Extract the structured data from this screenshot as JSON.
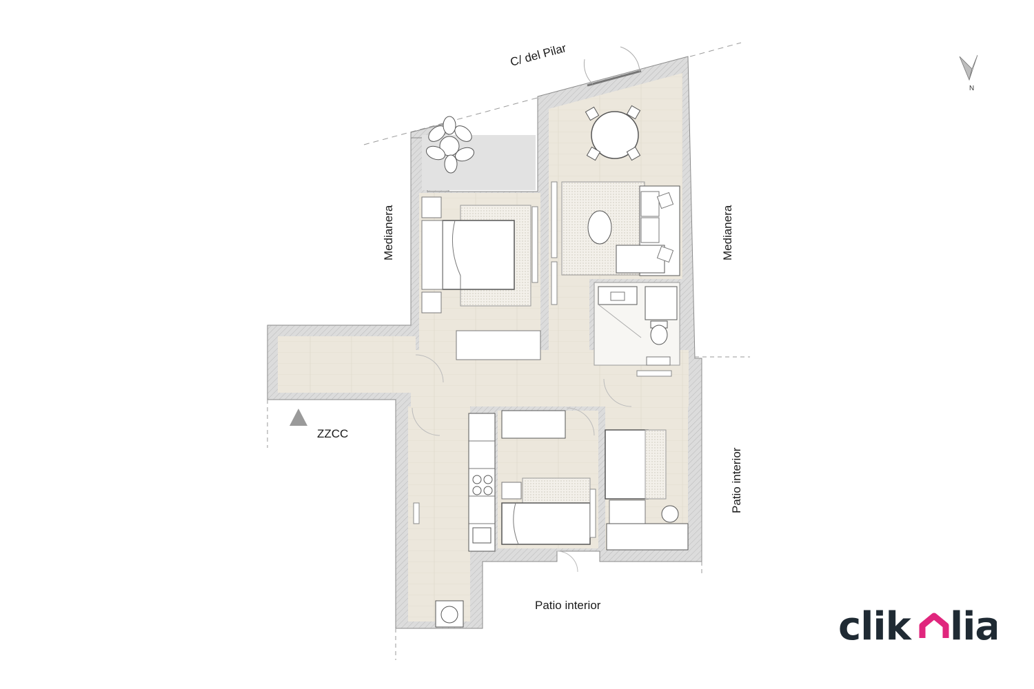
{
  "labels": {
    "street": "C/ del Pilar",
    "party_wall_left": "Medianera",
    "party_wall_right": "Medianera",
    "common_areas": "ZZCC",
    "interior_patio_bottom": "Patio interior",
    "interior_patio_right": "Patio interior",
    "north": "N"
  },
  "brand": {
    "name_part1": "clik",
    "name_part2": "lia",
    "accent_color": "#e0267d",
    "text_color": "#1f2a33"
  },
  "colors": {
    "floor": "#ece7dc",
    "wall": "#d4d4d4",
    "wall_stroke": "#8a8a8a",
    "furniture": "#ffffff",
    "terrace": "#e2e2e2"
  },
  "icons": [
    "north-arrow-icon",
    "plant-icon",
    "access-triangle-icon"
  ]
}
